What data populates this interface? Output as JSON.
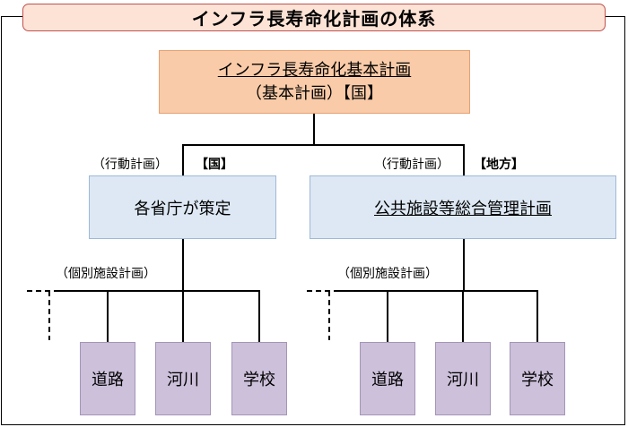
{
  "title": "インフラ長寿命化計画の体系",
  "top": {
    "line1": "インフラ長寿命化基本計画",
    "line2": "（基本計画）【国】"
  },
  "branches": {
    "left": {
      "label": "（行動計画）",
      "tag": "【国】",
      "box": "各省庁が策定"
    },
    "right": {
      "label": "（行動計画）",
      "tag": "【地方】",
      "box": "公共施設等総合管理計画"
    }
  },
  "individual_label": "（個別施設計画）",
  "leaves_left": [
    "道路",
    "河川",
    "学校"
  ],
  "leaves_right": [
    "道路",
    "河川",
    "学校"
  ],
  "colors": {
    "title_fill": "#fde3d6",
    "title_border": "#c0504d",
    "top_fill": "#f9cba8",
    "mid_fill": "#dde8f4",
    "leaf_fill": "#ccc0da"
  }
}
